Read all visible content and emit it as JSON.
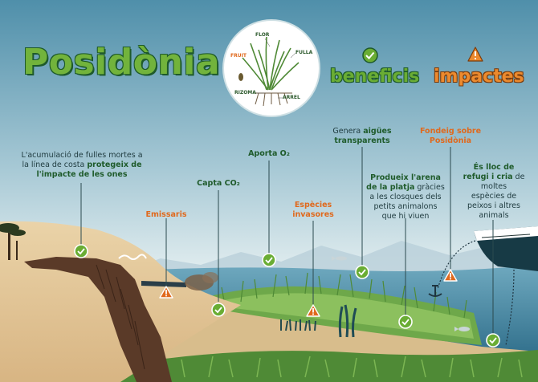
{
  "title": "Posidònia",
  "legend": {
    "benefits": "beneficis",
    "impacts": "impactes",
    "benefit_icon": "check-circle-icon",
    "impact_icon": "warning-triangle-icon"
  },
  "plant_diagram": {
    "labels": {
      "flower": "FLOR",
      "leaf": "FULLA",
      "fruit": "FRUIT",
      "rhizome": "RIZOMA",
      "root": "ARREL"
    }
  },
  "callouts": {
    "dead_leaves": {
      "pre": "L'acumulació de fulles mortes a la línea de costa ",
      "bold": "protegeix de l'impacte de les ones",
      "kind": "benefit"
    },
    "emissaries": {
      "text": "Emissaris",
      "kind": "impact"
    },
    "co2": {
      "text": "Capta CO₂",
      "kind": "benefit"
    },
    "o2": {
      "text": "Aporta O₂",
      "kind": "benefit"
    },
    "invasive": {
      "line1": "Espècies",
      "line2": "invasores",
      "kind": "impact"
    },
    "clear_water": {
      "pre": "Genera ",
      "bold1": "aigües",
      "bold2": "transparents",
      "kind": "benefit"
    },
    "beach_sand": {
      "bold1": "Produeix l'arena",
      "bold2": "de la platja",
      "rest1": " gràcies",
      "rest2": "a les closques dels",
      "rest3": "petits animalons",
      "rest4": "que hi viuen",
      "kind": "benefit"
    },
    "anchoring": {
      "line1": "Fondeig sobre",
      "line2": "Posidònia",
      "kind": "impact"
    },
    "refuge": {
      "bold1": "És lloc de",
      "bold2": "refugi i cria",
      "rest1": " de",
      "rest2": "moltes",
      "rest3": "espècies de",
      "rest4": "peixos i altres",
      "rest5": "animals",
      "kind": "benefit"
    }
  },
  "colors": {
    "benefit": "#6aad34",
    "impact": "#e0691d",
    "sky_top": "#4e8fa8",
    "sky_bottom": "#d9e7ea",
    "sea": "#2f6f8c",
    "sand": "#e8cda0",
    "seagrass": "#6ea84a"
  }
}
